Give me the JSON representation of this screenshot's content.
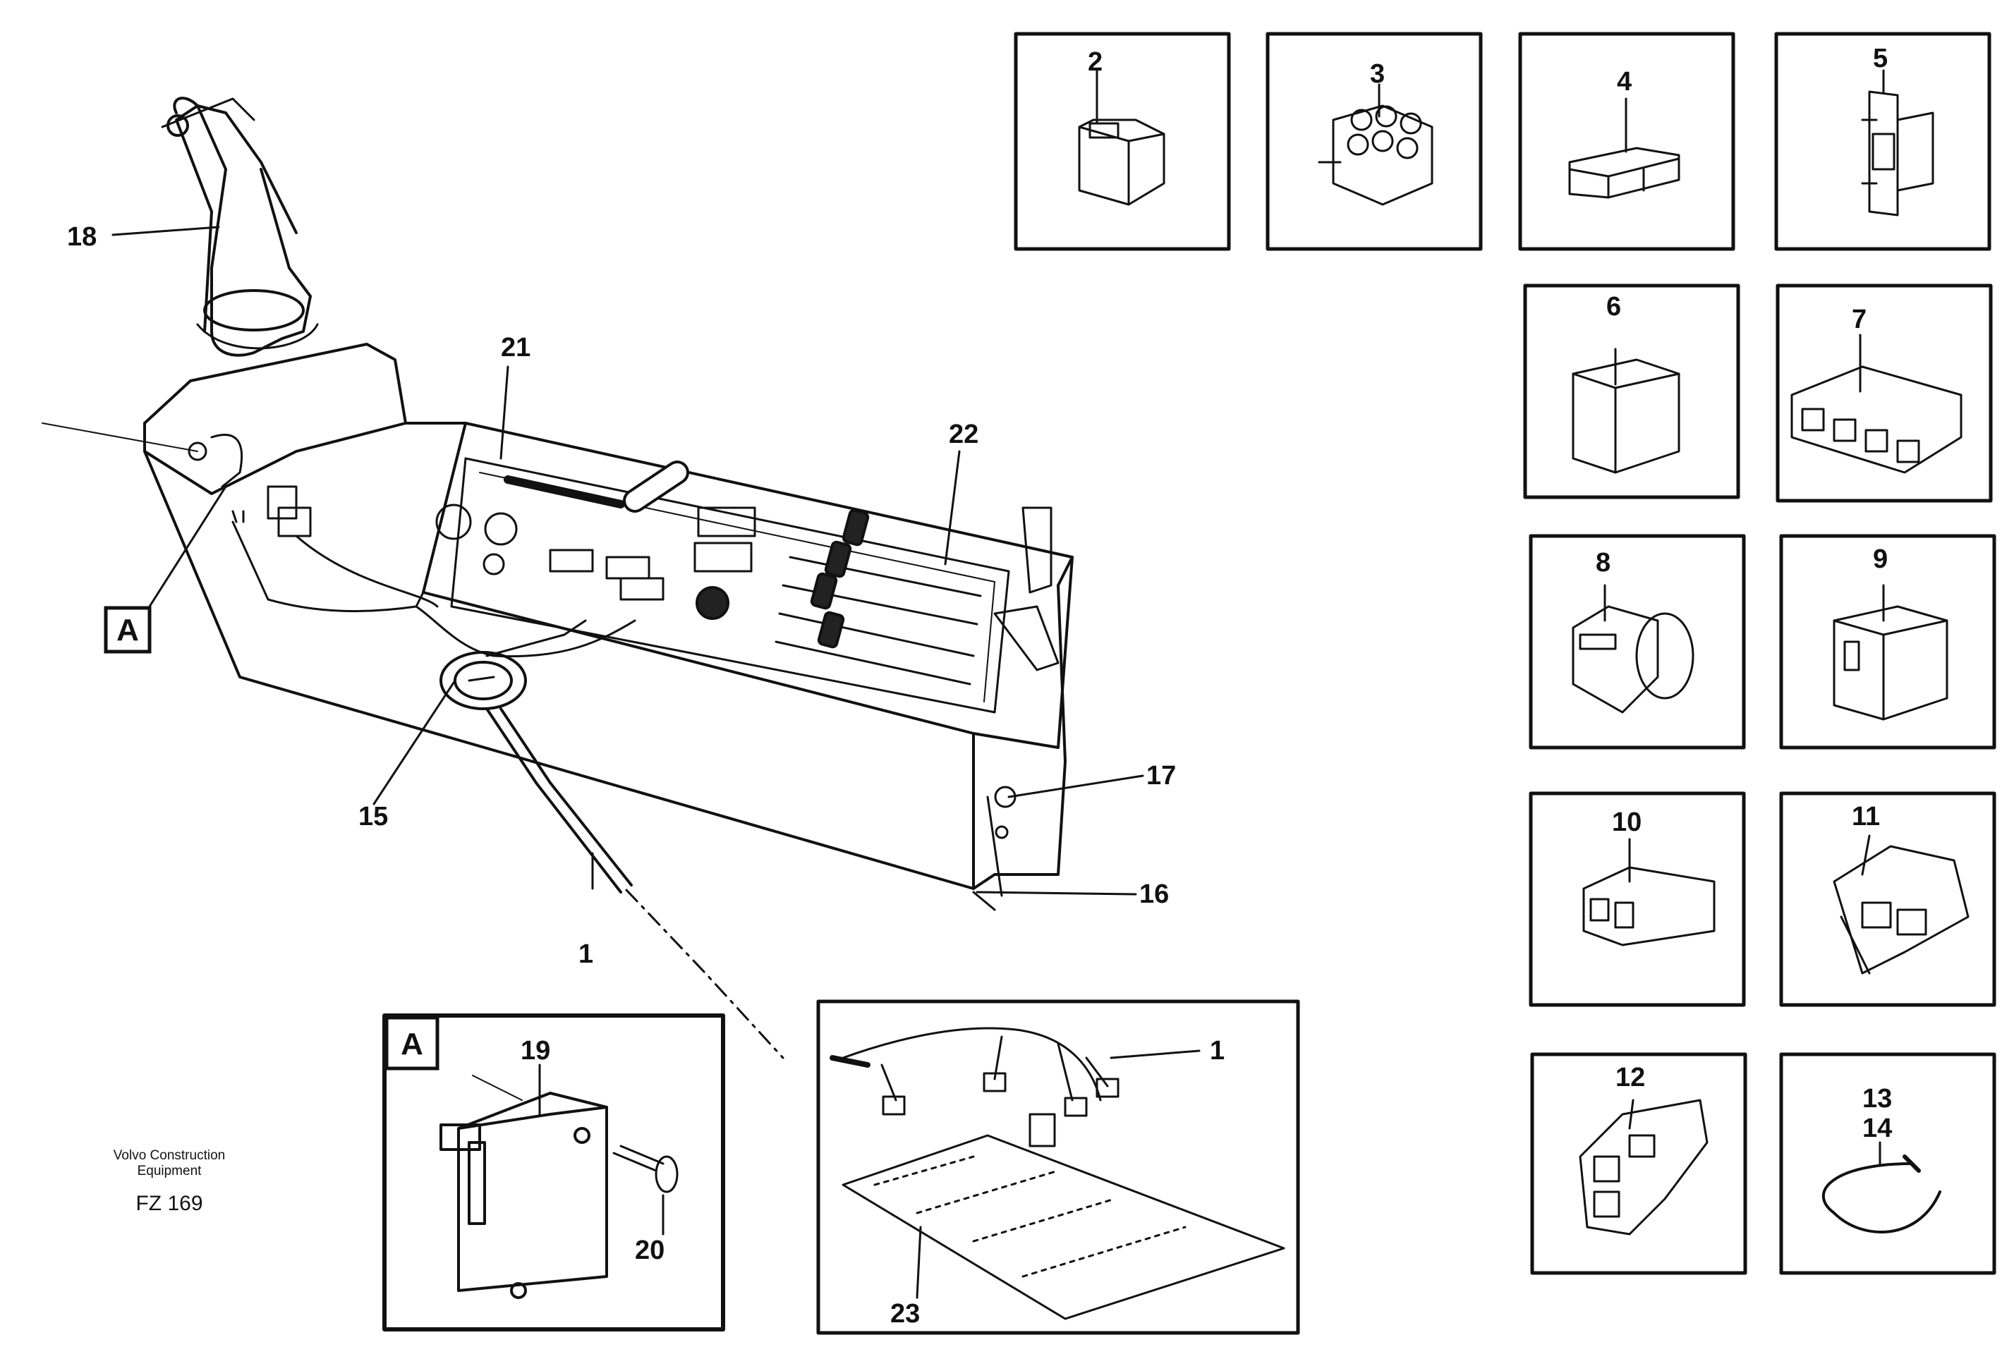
{
  "callouts": {
    "c1": "1",
    "c1b": "1",
    "c2": "2",
    "c3": "3",
    "c4": "4",
    "c5": "5",
    "c6": "6",
    "c7": "7",
    "c8": "8",
    "c9": "9",
    "c10": "10",
    "c11": "11",
    "c12": "12",
    "c13": "13",
    "c14": "14",
    "c15": "15",
    "c16": "16",
    "c17": "17",
    "c18": "18",
    "c19": "19",
    "c20": "20",
    "c21": "21",
    "c22": "22",
    "c23": "23"
  },
  "detail_tag": "A",
  "detail_tag_main": "A",
  "footer": {
    "maker_line1": "Volvo Construction",
    "maker_line2": "Equipment",
    "figure_code": "FZ 169"
  }
}
